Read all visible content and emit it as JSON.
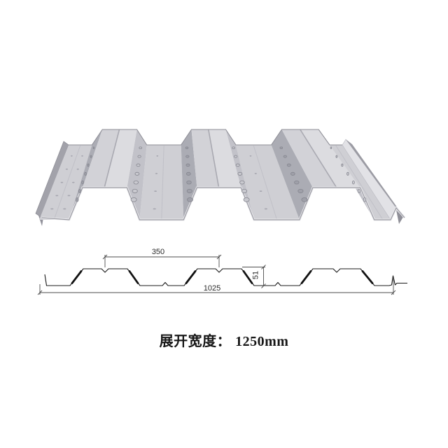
{
  "figure": {
    "type": "steel-floor-decking-product-diagram",
    "deck_render": {
      "description": "3d-render-corrugated-floor-deck",
      "rib_count": 3,
      "emboss_dimples_per_web_row": 7,
      "colors": {
        "top_flange_left": "#d2d2d7",
        "top_flange_right": "#dcdce0",
        "web_left": "#abacb4",
        "web_right": "#c2c2c9",
        "valley": "#cfcfd4",
        "edge_face": "#9b9ba3",
        "groove": "#a9a9b1",
        "outline": "#8f8f97",
        "dimple_dark": "#84858e",
        "dimple_light": "#c9c9cf"
      }
    },
    "profile_drawing": {
      "dim_top_pitch": "350",
      "dim_height": "51",
      "dim_cover_width": "1025",
      "line_color": "#1b1b1b",
      "dim_line_color": "#4d4d4d"
    },
    "caption": {
      "label": "展开宽度：",
      "value": "1250mm"
    }
  }
}
